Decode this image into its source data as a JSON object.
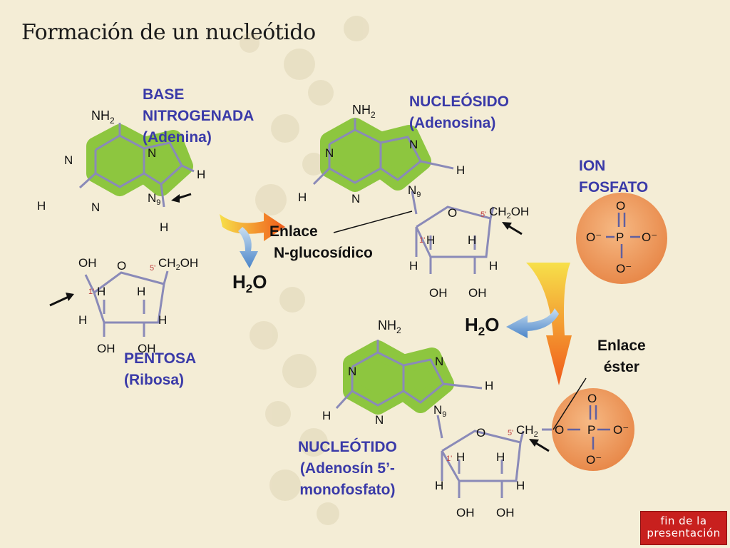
{
  "title": "Formación de un nucleótido",
  "labels": {
    "base_line1": "BASE",
    "base_line2": "NITROGENADA",
    "base_line3": "(Adenina)",
    "pentosa_line1": "PENTOSA",
    "pentosa_line2": "(Ribosa)",
    "nucleosido_line1": "NUCLEÓSIDO",
    "nucleosido_line2": "(Adenosina)",
    "ion_line1": "ION",
    "ion_line2": "FOSFATO",
    "enlace_ng_line1": "Enlace",
    "enlace_ng_line2": "N-glucosídico",
    "enlace_ester_line1": "Enlace",
    "enlace_ester_line2": "éster",
    "nucleotido_line1": "NUCLEÓTIDO",
    "nucleotido_line2": "(Adenosín 5’-",
    "nucleotido_line3": "monofosfato)",
    "water": "H",
    "water_sub": "2",
    "water_o": "O"
  },
  "atoms": {
    "nh": "NH",
    "two": "2",
    "n": "N",
    "h": "H",
    "nine": "9",
    "o": "O",
    "oh": "OH",
    "ch": "CH",
    "ch2oh_tail": "OH",
    "one_prime": "1'",
    "five_prime": "5'",
    "p": "P",
    "ominus": "O⁻"
  },
  "colors": {
    "base_fill": "#8dc63f",
    "ring_stroke": "#8a8ab8",
    "label_blue": "#3a3aa8",
    "phosphate_fill": "#f0a060",
    "arrow_orange": "#f0a020",
    "arrow_blue": "#6aa0d8"
  },
  "button": {
    "fin_line1": "fin de la",
    "fin_line2": "presentación"
  }
}
